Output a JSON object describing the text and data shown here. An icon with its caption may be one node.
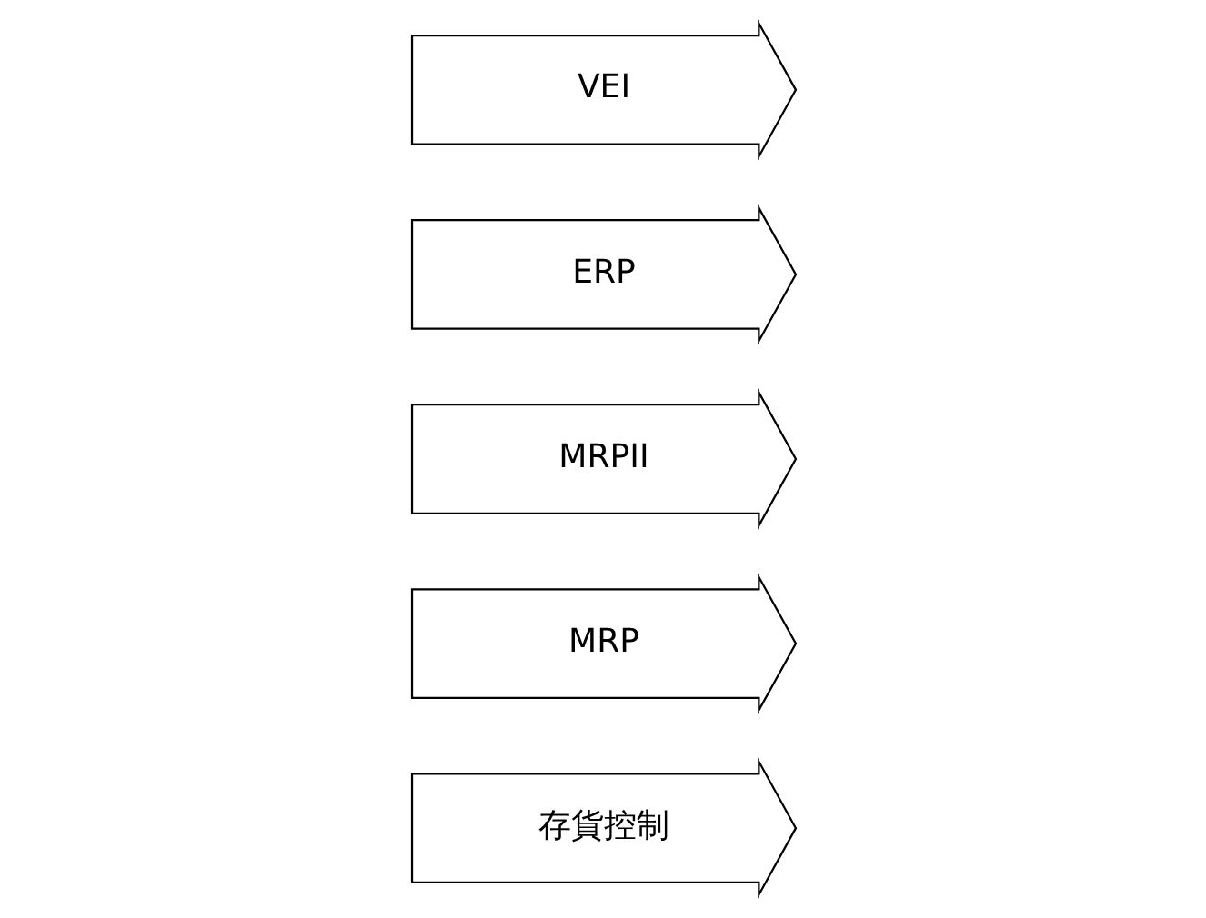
{
  "diagram": {
    "nodes": [
      {
        "text": [
          "存貨控制"
        ]
      },
      {
        "text": [
          "MRP"
        ]
      },
      {
        "text": [
          "MRPII"
        ]
      },
      {
        "text": [
          "ERP"
        ]
      },
      {
        "text": [
          "VEI"
        ]
      }
    ]
  }
}
